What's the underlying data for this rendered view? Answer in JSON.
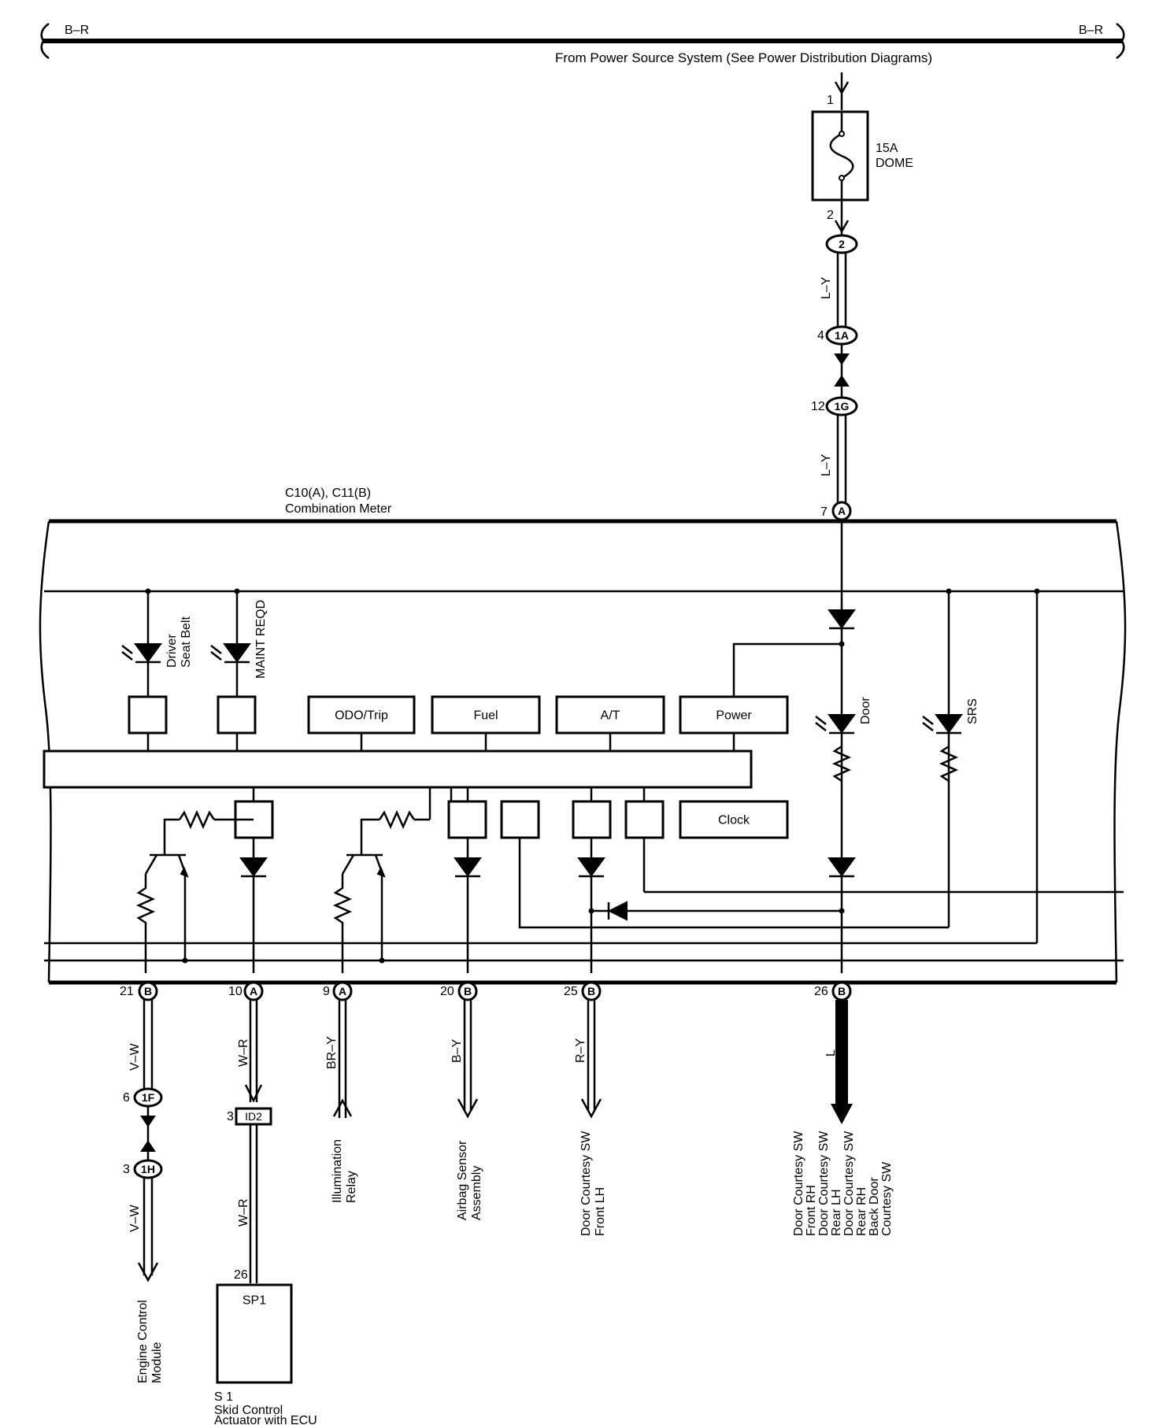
{
  "top_bus": {
    "left_label": "B–R",
    "right_label": "B–R",
    "source_text": "From Power Source System (See Power Distribution Diagrams)"
  },
  "fuse": {
    "pin_in": "1",
    "pin_out": "2",
    "rating": "15A",
    "name": "DOME"
  },
  "junctions": {
    "j2": "2",
    "j1a_pin": "4",
    "j1a": "1A",
    "j1g_pin": "12",
    "j1g": "1G",
    "j1f_pin": "6",
    "j1f": "1F",
    "j1h_pin": "3",
    "j1h": "1H",
    "id2_pin": "3",
    "id2": "ID2"
  },
  "wire_colors": {
    "ly_1": "L–Y",
    "ly_2": "L–Y",
    "vw_1": "V–W",
    "vw_2": "V–W",
    "wr_1": "W–R",
    "wr_2": "W–R",
    "bry": "BR–Y",
    "by": "B–Y",
    "ry": "R–Y",
    "l": "L"
  },
  "meter": {
    "connectors": "C10(A), C11(B)",
    "name": "Combination Meter",
    "power_pin": "7",
    "power_conn": "A"
  },
  "indicators": {
    "driver_seat_belt_1": "Driver",
    "driver_seat_belt_2": "Seat Belt",
    "maint_reqd": "MAINT REQD",
    "door": "Door",
    "srs": "SRS"
  },
  "blocks": {
    "odo_trip": "ODO/Trip",
    "fuel": "Fuel",
    "at": "A/T",
    "power": "Power",
    "clock": "Clock"
  },
  "bottom_pins": [
    {
      "pin": "21",
      "conn": "B"
    },
    {
      "pin": "10",
      "conn": "A"
    },
    {
      "pin": "9",
      "conn": "A"
    },
    {
      "pin": "20",
      "conn": "B"
    },
    {
      "pin": "25",
      "conn": "B"
    },
    {
      "pin": "26",
      "conn": "B"
    }
  ],
  "destinations": {
    "ecm_1": "Engine Control",
    "ecm_2": "Module",
    "illum_1": "Illumination",
    "illum_2": "Relay",
    "airbag_1": "Airbag Sensor",
    "airbag_2": "Assembly",
    "dcsw_lh_1": "Door Courtesy SW",
    "dcsw_lh_2": "Front LH",
    "multi_1": "Door Courtesy SW",
    "multi_2": "Front RH",
    "multi_3": "Door Courtesy SW",
    "multi_4": "Rear LH",
    "multi_5": "Door Courtesy SW",
    "multi_6": "Rear RH",
    "multi_7": "Back Door",
    "multi_8": "Courtesy SW"
  },
  "skid": {
    "pin": "26",
    "box_label": "SP1",
    "id": "S 1",
    "name_1": "Skid Control",
    "name_2": "Actuator with ECU"
  }
}
